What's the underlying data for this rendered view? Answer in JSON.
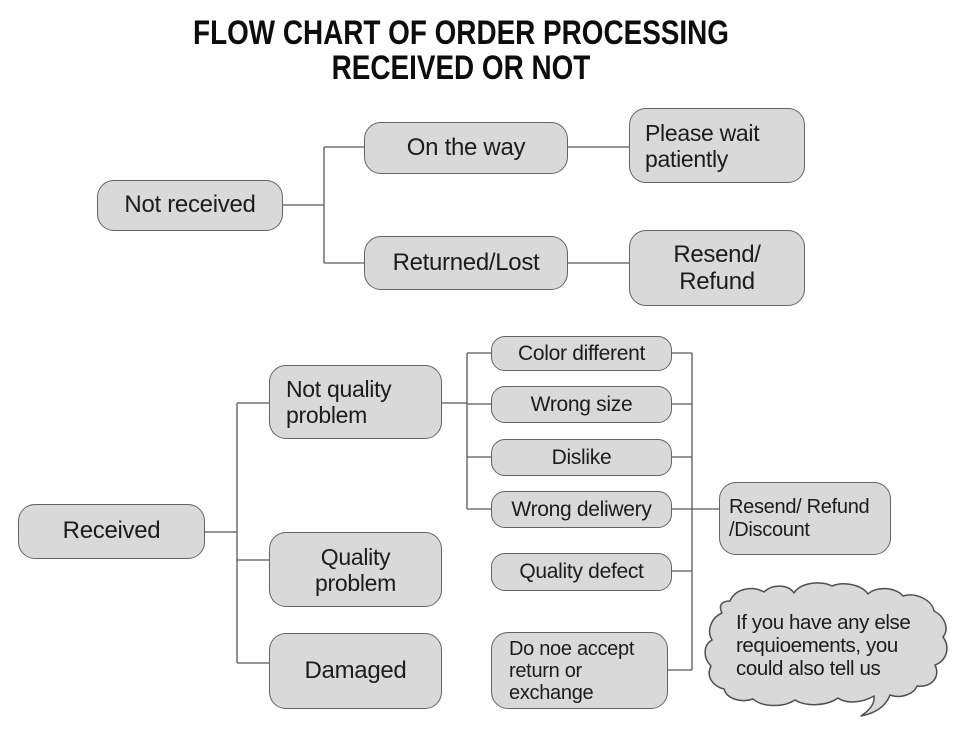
{
  "title": {
    "line1": "FLOW CHART OF ORDER PROCESSING",
    "line2": "RECEIVED OR NOT"
  },
  "palette": {
    "box_fill": "#d9d9d9",
    "box_border": "#646464",
    "connector": "#595959",
    "text": "#1c1c1c"
  },
  "top_flow": {
    "root": {
      "label": "Not received"
    },
    "branches": [
      {
        "node": {
          "label": "On the way"
        },
        "outcome": {
          "lines": [
            "Please wait",
            "patiently"
          ]
        }
      },
      {
        "node": {
          "label": "Returned/Lost"
        },
        "outcome": {
          "lines": [
            "Resend/",
            "Refund"
          ]
        }
      }
    ]
  },
  "bottom_flow": {
    "root": {
      "label": "Received"
    },
    "branches": [
      {
        "node": {
          "lines": [
            "Not quality",
            "problem"
          ]
        },
        "reasons": [
          {
            "label": "Color different"
          },
          {
            "label": "Wrong size"
          },
          {
            "label": "Dislike"
          },
          {
            "label": "Wrong deliwery"
          }
        ]
      },
      {
        "node": {
          "lines": [
            "Quality",
            "problem"
          ]
        },
        "reasons": [
          {
            "label": "Quality defect"
          }
        ]
      },
      {
        "node": {
          "label": "Damaged"
        },
        "reasons": [
          {
            "lines": [
              "Do noe accept",
              "return or",
              "exchange"
            ]
          }
        ]
      }
    ],
    "outcome": {
      "lines": [
        "Resend/ Refund",
        "/Discount"
      ]
    }
  },
  "speech_bubble": {
    "lines": [
      "If you have any else",
      "requioements, you",
      "could also tell us"
    ]
  }
}
